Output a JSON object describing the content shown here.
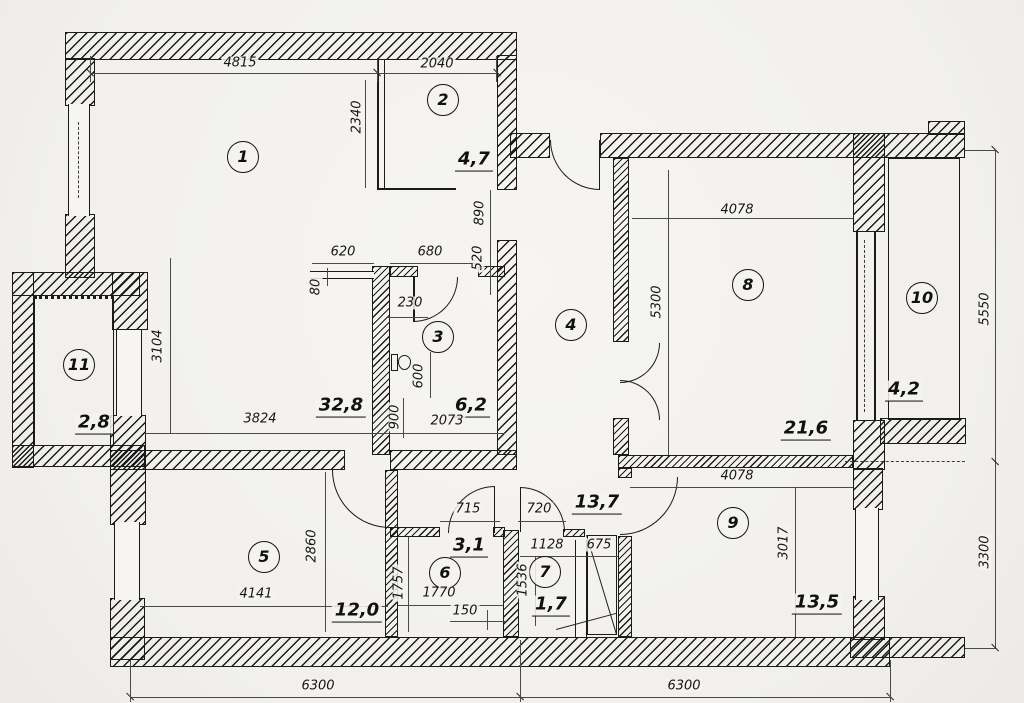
{
  "drawing": {
    "type": "apartment floor plan"
  },
  "rooms": [
    {
      "number": "1",
      "area": "32,8"
    },
    {
      "number": "2",
      "area": "4,7"
    },
    {
      "number": "3",
      "area": "6,2"
    },
    {
      "number": "4",
      "area": "13,7"
    },
    {
      "number": "5",
      "area": "12,0"
    },
    {
      "number": "6",
      "area": "3,1"
    },
    {
      "number": "7",
      "area": "1,7"
    },
    {
      "number": "8",
      "area": "21,6"
    },
    {
      "number": "9",
      "area": "13,5"
    },
    {
      "number": "10",
      "area": "4,2"
    },
    {
      "number": "11",
      "area": "2,8"
    }
  ],
  "dims": {
    "d4815": "4815",
    "d2040": "2040",
    "d2340": "2340",
    "d890": "890",
    "d620": "620",
    "d680": "680",
    "d80": "80",
    "d520": "520",
    "d230": "230",
    "d600": "600",
    "d900": "900",
    "d2073": "2073",
    "d3824": "3824",
    "d3104": "3104",
    "d4078_top": "4078",
    "d5300": "5300",
    "d5550": "5550",
    "d3300": "3300",
    "d4078_bottom": "4078",
    "d3017": "3017",
    "d715": "715",
    "d720": "720",
    "d1128": "1128",
    "d675": "675",
    "d1536": "1536",
    "d1757": "1757",
    "d1770": "1770",
    "d150": "150",
    "d2860": "2860",
    "d4141": "4141",
    "d6300_left": "6300",
    "d6300_right": "6300"
  }
}
